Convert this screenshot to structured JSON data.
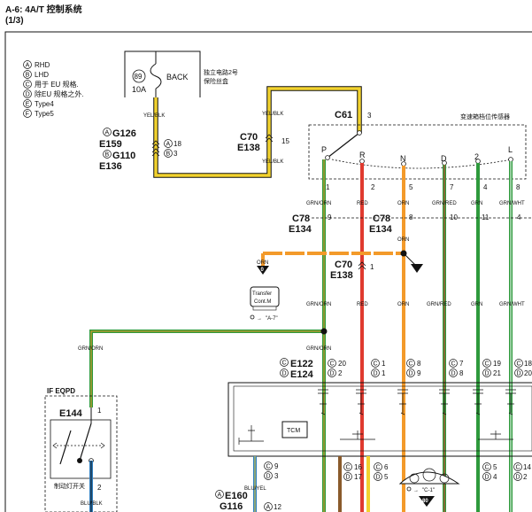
{
  "header": {
    "title": "A-6: 4A/T 控制系统",
    "page": "(1/3)"
  },
  "legend": [
    {
      "mark": "A",
      "text": "RHD"
    },
    {
      "mark": "B",
      "text": "LHD"
    },
    {
      "mark": "C",
      "text": "用于 EU 规格."
    },
    {
      "mark": "D",
      "text": "除EU 规格之外."
    },
    {
      "mark": "E",
      "text": "Type4"
    },
    {
      "mark": "F",
      "text": "Type5"
    }
  ],
  "fuse": {
    "number": "89",
    "rating": "10A",
    "label": "BACK",
    "note_line1": "独立电路2号",
    "note_line2": "保险丝盒"
  },
  "wire_colors": {
    "yel_blk": "YEL/BLK",
    "grn_orn": "GRN/ORN",
    "red": "RED",
    "orn": "ORN",
    "grn_red": "GRN/RED",
    "grn": "GRN",
    "grn_wht": "GRN/WHT",
    "blu_blk": "BLU/BLK",
    "blu_yel": "BLU/YEL"
  },
  "connectors": {
    "g126": "G126",
    "e159": "E159",
    "g110": "G110",
    "e136": "E136",
    "pin18": "18",
    "pin3": "3",
    "c70": "C70",
    "e138": "E138",
    "pin15": "15",
    "pin1": "1",
    "c61": "C61",
    "c61_pin": "3",
    "c78": "C78",
    "e134": "E134",
    "e122": "E122",
    "e124": "E124",
    "e144": "E144",
    "e144_pin1": "1",
    "e144_pin2": "2",
    "e160": "E160",
    "g116": "G116",
    "pin12": "12"
  },
  "sensor": {
    "title": "变速箱档位传感器",
    "positions": [
      "P",
      "R",
      "N",
      "D",
      "2",
      "L"
    ],
    "pins_top": [
      "1",
      "2",
      "5",
      "7",
      "4",
      "8"
    ],
    "c78_left": "9",
    "c78_right": "8",
    "c78_pins": [
      "10",
      "11",
      "4"
    ]
  },
  "tcm_pins": {
    "left": {
      "e": "20",
      "d": "2"
    },
    "red": {
      "e": "1",
      "d": "1"
    },
    "orn": {
      "e": "8",
      "d": "9"
    },
    "grnred": {
      "e": "7",
      "d": "8"
    },
    "grn": {
      "e": "19",
      "d": "21"
    },
    "grnwht": {
      "e": "18",
      "d": "20"
    }
  },
  "tcm_label": "TCM",
  "lower_pins": {
    "c9": "9",
    "d3": "3",
    "c16": "16",
    "d17": "17",
    "c6": "6",
    "d5": "5",
    "c5": "5",
    "d4": "4",
    "c14": "14",
    "d2": "2"
  },
  "transfer": {
    "line1": "Transfer",
    "line2": "Cont.M",
    "ref": "\"A-7\""
  },
  "cluster": {
    "ref": "\"C-1\"",
    "ground": "80"
  },
  "ground_label": "0",
  "switch": {
    "box_label": "IF EQPD",
    "name": "制动灯开关"
  },
  "colors": {
    "yellow": "#f2d22e",
    "green": "#2e9a3c",
    "red": "#e03a2f",
    "orange": "#f39a2a",
    "blue": "#2f7fc1",
    "brown": "#8a5a2b",
    "black": "#111111"
  }
}
